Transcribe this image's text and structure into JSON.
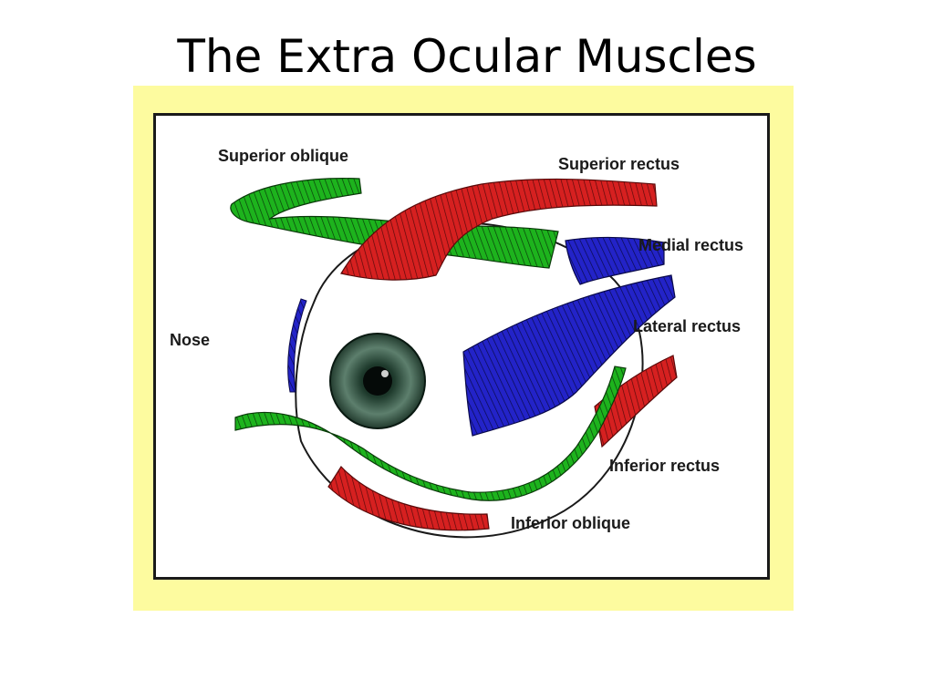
{
  "slide": {
    "title": "The Extra Ocular Muscles"
  },
  "diagram": {
    "labels": {
      "superior_oblique": "Superior oblique",
      "superior_rectus": "Superior rectus",
      "medial_rectus": "Medial rectus",
      "lateral_rectus": "Lateral rectus",
      "nose": "Nose",
      "inferior_rectus": "Inferior rectus",
      "inferior_oblique": "Inferior oblique"
    },
    "colors": {
      "frame": "#fdfb9f",
      "oblique_muscles": "#1db31d",
      "superior_inferior_rectus": "#d62020",
      "medial_lateral_rectus": "#2323c8",
      "iris": "#3a5a4a"
    }
  }
}
